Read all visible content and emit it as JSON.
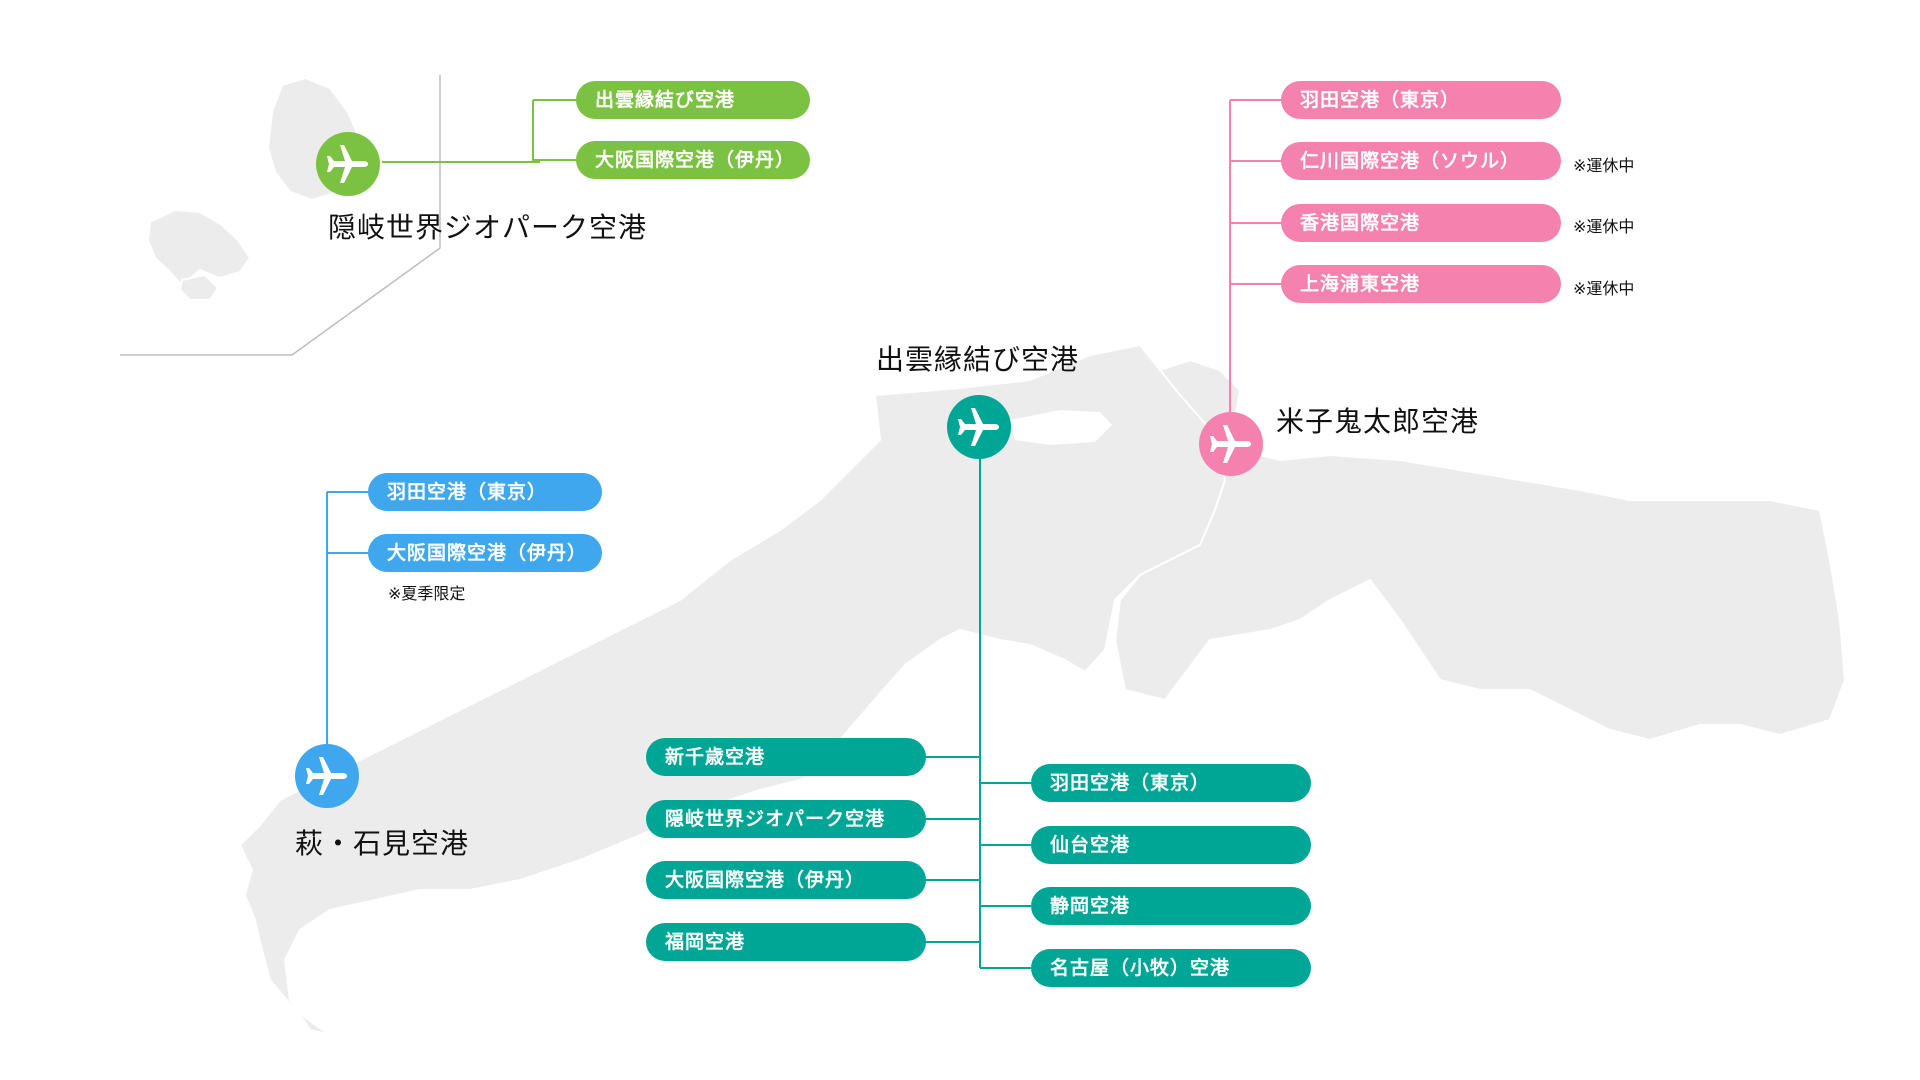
{
  "colors": {
    "oki": "#7cc242",
    "hagi": "#3ea7ee",
    "izumo": "#00a695",
    "yonago": "#f582ae",
    "land": "#ececec"
  },
  "airports": {
    "oki": {
      "name": "隠岐世界ジオパーク空港",
      "icon": "airplane-icon",
      "routes": [
        "出雲縁結び空港",
        "大阪国際空港（伊丹）"
      ]
    },
    "izumo": {
      "name": "出雲縁結び空港",
      "icon": "airplane-icon",
      "routes_left": [
        "新千歳空港",
        "隠岐世界ジオパーク空港",
        "大阪国際空港（伊丹）",
        "福岡空港"
      ],
      "routes_right": [
        "羽田空港（東京）",
        "仙台空港",
        "静岡空港",
        "名古屋（小牧）空港"
      ]
    },
    "yonago": {
      "name": "米子鬼太郎空港",
      "icon": "airplane-icon",
      "routes": [
        "羽田空港（東京）",
        "仁川国際空港（ソウル）",
        "香港国際空港",
        "上海浦東空港"
      ],
      "notes": [
        "",
        "※運休中",
        "※運休中",
        "※運休中"
      ]
    },
    "hagi": {
      "name": "萩・石見空港",
      "icon": "airplane-icon",
      "routes": [
        "羽田空港（東京）",
        "大阪国際空港（伊丹）"
      ],
      "notes": [
        "",
        "※夏季限定"
      ]
    }
  }
}
